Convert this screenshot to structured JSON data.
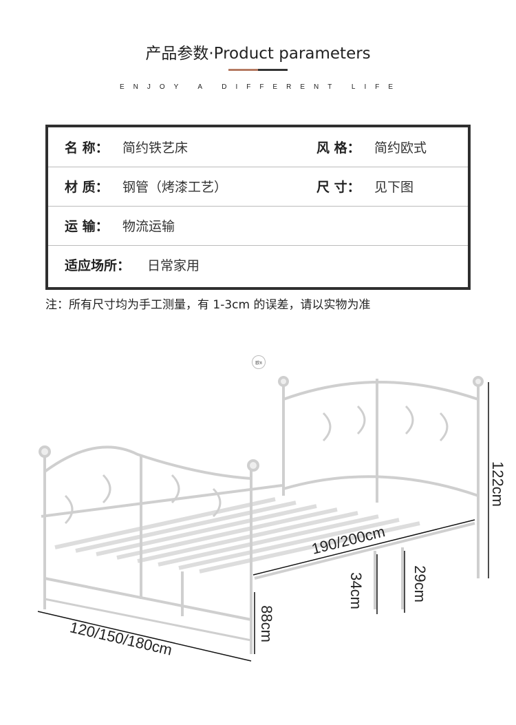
{
  "header": {
    "title": "产品参数·Product parameters",
    "subtitle": "ENJOY A DIFFERENT LIFE"
  },
  "params": [
    {
      "label": "名 称：",
      "value": "简约铁艺床"
    },
    {
      "label": "风 格：",
      "value": "简约欧式"
    },
    {
      "label": "材 质：",
      "value": "钢管（烤漆工艺）"
    },
    {
      "label": "尺 寸：",
      "value": "见下图"
    },
    {
      "label": "运 输：",
      "value": "物流运输"
    },
    {
      "label": "适应场所：",
      "value": "日常家用"
    }
  ],
  "note": "注：所有尺寸均为手工测量，有 1-3cm 的误差，请以实物为准",
  "logo": "欧π",
  "dimensions": {
    "width": "120/150/180cm",
    "length": "190/200cm",
    "height_head": "122cm",
    "height_foot": "88cm",
    "leg_a": "34cm",
    "leg_b": "29cm"
  },
  "colors": {
    "accent": "#b57a62",
    "dark": "#2f2f2f"
  }
}
